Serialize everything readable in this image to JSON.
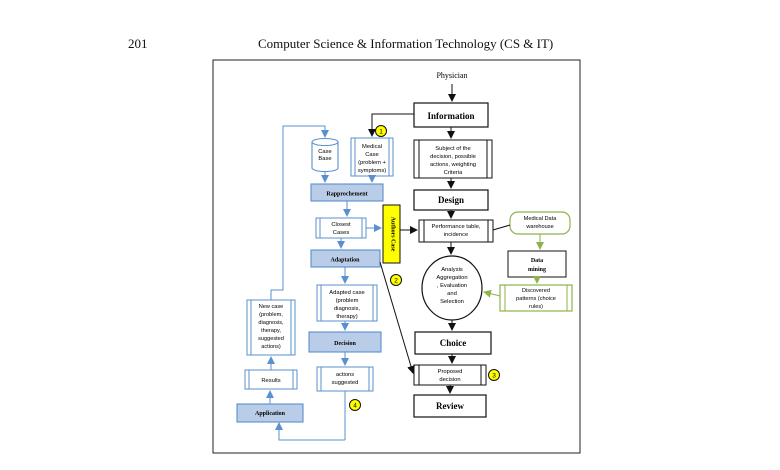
{
  "header": {
    "page_number": "201",
    "running_title": "Computer Science & Information Technology (CS & IT)"
  },
  "figure": {
    "colors": {
      "blue_line": "#5b8fcf",
      "blue_fill": "#b9cde8",
      "yellow": "#ffff00",
      "green": "#8db34a",
      "black": "#111111"
    },
    "nodes": {
      "physician": "Physician",
      "information": "Information",
      "subject": [
        "Subject of the",
        "decision, possible",
        "actions, weighting",
        "Criteria"
      ],
      "design": "Design",
      "performance": [
        "Performance table,",
        "incidence"
      ],
      "medical_dw": [
        "Medical Data",
        "warehouse"
      ],
      "data_mining": [
        "Data",
        "mining"
      ],
      "analysis": [
        "Analysis",
        "Aggregation",
        ", Evaluation",
        "and",
        "Selection"
      ],
      "discovered": [
        "Discovered",
        "patterns (choice",
        "rules)"
      ],
      "choice": "Choice",
      "proposed": [
        "Proposed",
        "decision"
      ],
      "review": "Review",
      "case_base": [
        "Case",
        "Base"
      ],
      "medical_case": [
        "Medical",
        "Case",
        "(problem +",
        "symptoms)"
      ],
      "rapprochement": "Rapprochement",
      "closest": [
        "Closest",
        "Cases"
      ],
      "authors_case": "Authors Case",
      "adaptation": "Adaptation",
      "adapted": [
        "Adapted case",
        "(problem",
        "diagnosis,",
        "therapy)"
      ],
      "decision": "Decision",
      "actions": [
        "actions",
        "suggested"
      ],
      "new_case": [
        "New case",
        "(problem,",
        "diagnosis,",
        "therapy,",
        "suggested",
        "actions)"
      ],
      "results": "Results",
      "application": "Application"
    },
    "markers": [
      "1",
      "2",
      "3",
      "4"
    ]
  }
}
